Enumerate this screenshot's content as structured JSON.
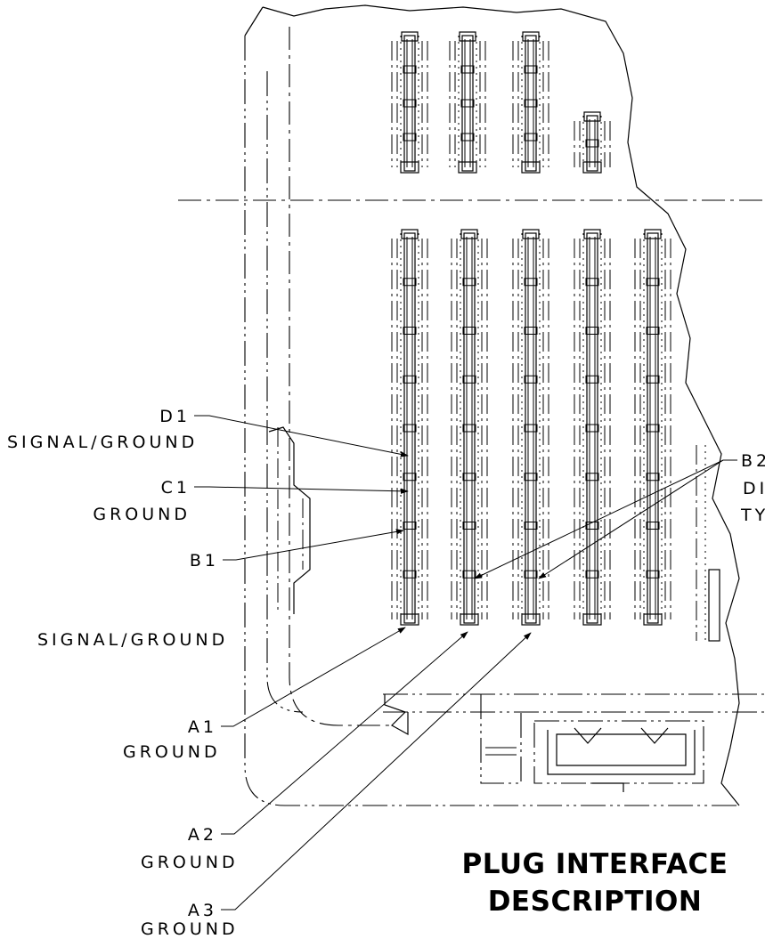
{
  "drawing": {
    "title_line_1": "PLUG INTERFACE",
    "title_line_2": "DESCRIPTION",
    "callouts": [
      {
        "id": "d1",
        "line1": "D1",
        "line2": "SIGNAL/GROUND"
      },
      {
        "id": "c1",
        "line1": "C1",
        "line2": "GROUND"
      },
      {
        "id": "b1",
        "line1": "B1",
        "line2": "SIGNAL/GROUND"
      },
      {
        "id": "a1",
        "line1": "A1",
        "line2": "GROUND"
      },
      {
        "id": "a2",
        "line1": "A2",
        "line2": "GROUND"
      },
      {
        "id": "a3",
        "line1": "A3",
        "line2": "GROUND"
      },
      {
        "id": "b2",
        "line1": "B2",
        "line2": "DI",
        "line3": "TY"
      }
    ]
  }
}
